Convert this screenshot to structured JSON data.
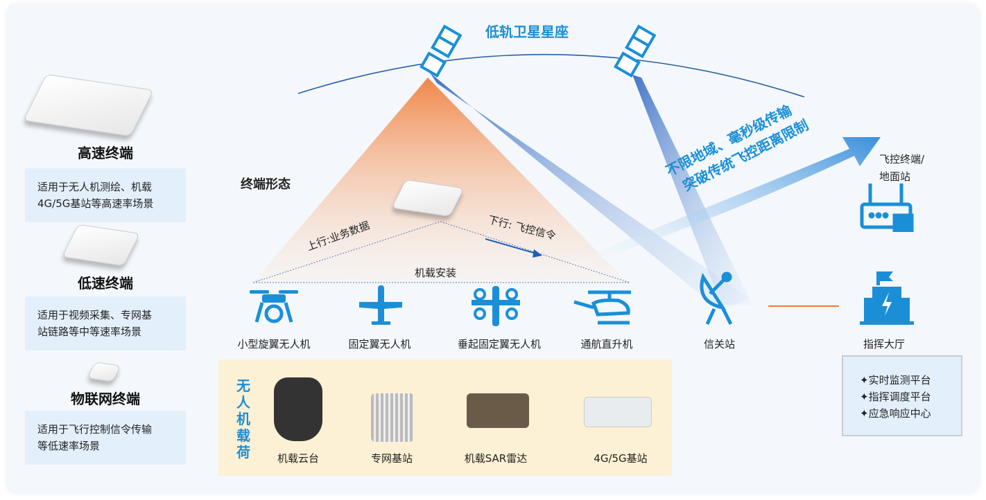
{
  "satellite_title": "低轨卫星星座",
  "terminals": [
    {
      "title": "高速终端",
      "desc": [
        "适用于无人机测绘、机载",
        "4G/5G基站等高速率场景"
      ]
    },
    {
      "title": "低速终端",
      "desc": [
        "适用于视频采集、专网基",
        "站链路等中等速率场景"
      ]
    },
    {
      "title": "物联网终端",
      "desc": [
        "适用于飞行控制信令传输",
        "等低速率场景"
      ]
    }
  ],
  "form_title": "终端形态",
  "uplink": "上行:业务数据",
  "downlink": "下行: 飞控信令",
  "onboard": "机载安装",
  "aircraft": [
    "小型旋翼无人机",
    "固定翼无人机",
    "垂起固定翼无人机",
    "通航直升机"
  ],
  "slogan": [
    "不限地域、毫秒级传输",
    "突破传统飞控距离限制"
  ],
  "ground_terminal": [
    "飞控终端/",
    "地面站"
  ],
  "gateway": "信关站",
  "command": "指挥大厅",
  "platforms": [
    "✦实时监测平台",
    "✦指挥调度平台",
    "✦应急响应中心"
  ],
  "payload_title": "无人机载荷",
  "payloads": [
    "机载云台",
    "专网基站",
    "机载SAR雷达",
    "4G/5G基站"
  ],
  "colors": {
    "accent": "#1a8fd8",
    "beam": "#f08a4b",
    "payload_bg": "#fcf1d4",
    "desc_bg": "#e3f0fb"
  }
}
